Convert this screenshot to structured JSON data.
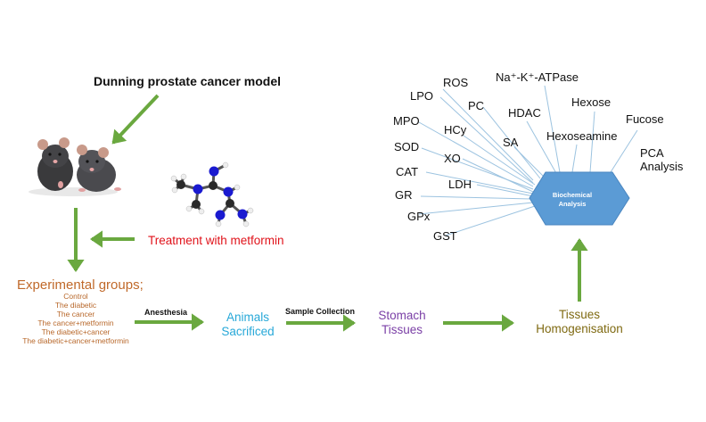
{
  "diagram": {
    "title": "Dunning prostate cancer model",
    "treatment": "Treatment with metformin",
    "experimental_groups": {
      "heading": "Experimental groups;",
      "items": [
        "Control",
        "The diabetic",
        "The cancer",
        "The cancer+metformin",
        "The diabetic+cancer",
        "The diabetic+cancer+metformin"
      ]
    },
    "flow": {
      "anesthesia_label": "Anesthesia",
      "animals_line1": "Animals",
      "animals_line2": "Sacrificed",
      "sample_collection_label": "Sample Collection",
      "stomach_line1": "Stomach",
      "stomach_line2": "Tissues",
      "homog_line1": "Tissues",
      "homog_line2": "Homogenisation"
    },
    "hub": {
      "line1": "Biochemical",
      "line2": "Analysis"
    },
    "parameters": [
      {
        "id": "ros",
        "label": "ROS"
      },
      {
        "id": "lpo",
        "label": "LPO"
      },
      {
        "id": "pc",
        "label": "PC"
      },
      {
        "id": "mpo",
        "label": "MPO"
      },
      {
        "id": "hcy",
        "label": "HCy"
      },
      {
        "id": "sod",
        "label": "SOD"
      },
      {
        "id": "xo",
        "label": "XO"
      },
      {
        "id": "cat",
        "label": "CAT"
      },
      {
        "id": "ldh",
        "label": "LDH"
      },
      {
        "id": "gr",
        "label": "GR"
      },
      {
        "id": "gpx",
        "label": "GPx"
      },
      {
        "id": "gst",
        "label": "GST"
      },
      {
        "id": "sa",
        "label": "SA"
      },
      {
        "id": "hdac",
        "label": "HDAC"
      },
      {
        "id": "atpase",
        "label": "Na⁺-K⁺-ATPase"
      },
      {
        "id": "hexoseamine",
        "label": "Hexoseamine"
      },
      {
        "id": "hexose",
        "label": "Hexose"
      },
      {
        "id": "fucose",
        "label": "Fucose"
      },
      {
        "id": "pca1",
        "label": "PCA"
      },
      {
        "id": "pca2",
        "label": "Analysis"
      }
    ],
    "colors": {
      "arrow": "#6aa83f",
      "hub_fill": "#5b9bd5",
      "spoke": "#9cc3e0",
      "title_text": "#111111",
      "treatment_text": "#e0121a",
      "groups_text": "#c0692a",
      "animals_text": "#27a8d8",
      "stomach_text": "#7a3fa6",
      "homog_text": "#7f6a12"
    },
    "images": {
      "rats": "rats-image",
      "molecule": "metformin-molecule-image"
    }
  }
}
